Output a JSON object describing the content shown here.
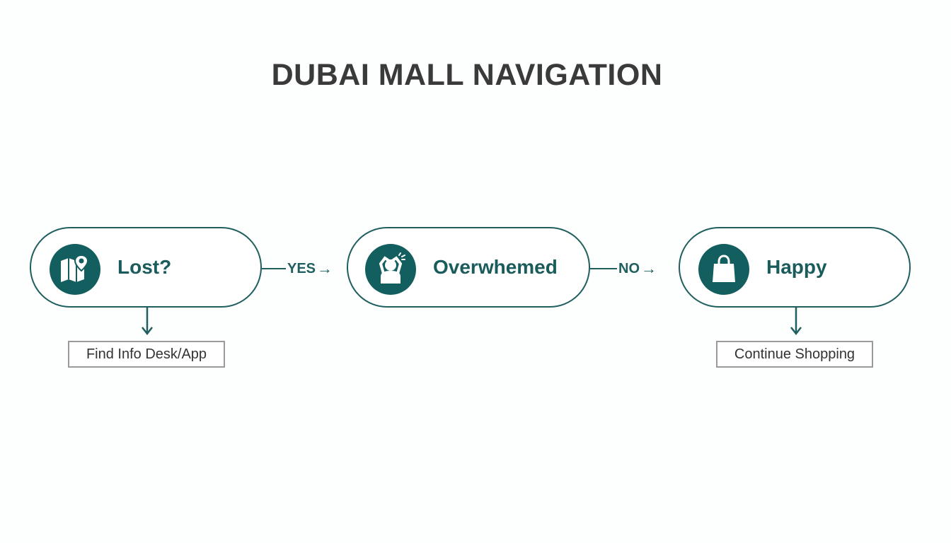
{
  "title": "DUBAI MALL NAVIGATION",
  "nodes": [
    {
      "label": "Lost?",
      "icon": "map-pin-icon"
    },
    {
      "label": "Overwhemed",
      "icon": "stressed-person-icon"
    },
    {
      "label": "Happy",
      "icon": "shopping-bag-icon"
    }
  ],
  "edges": [
    {
      "label": "YES"
    },
    {
      "label": "NO"
    }
  ],
  "outcomes": [
    {
      "label": "Find Info Desk/App"
    },
    {
      "label": "Continue Shopping"
    }
  ],
  "colors": {
    "accent": "#135e5e",
    "title": "#3a3a3a",
    "box_border": "#9a9a9a"
  }
}
